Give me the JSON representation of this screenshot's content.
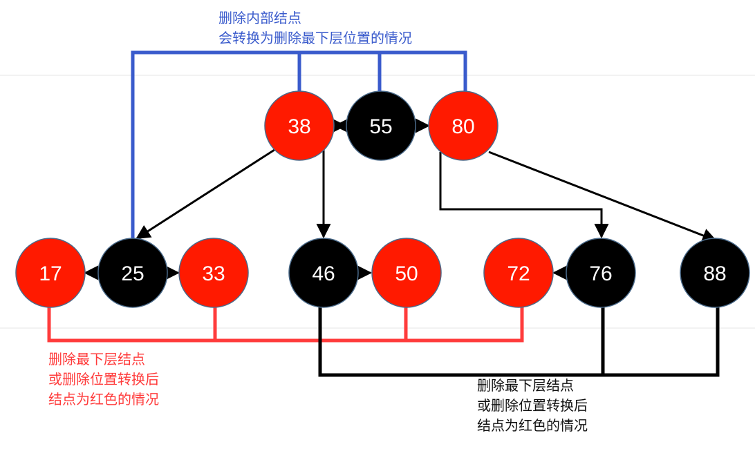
{
  "nodes": [
    {
      "id": "n38",
      "label": "38",
      "color": "red"
    },
    {
      "id": "n55",
      "label": "55",
      "color": "black"
    },
    {
      "id": "n80",
      "label": "80",
      "color": "red"
    },
    {
      "id": "n17",
      "label": "17",
      "color": "red"
    },
    {
      "id": "n25",
      "label": "25",
      "color": "black"
    },
    {
      "id": "n33",
      "label": "33",
      "color": "red"
    },
    {
      "id": "n46",
      "label": "46",
      "color": "black"
    },
    {
      "id": "n50",
      "label": "50",
      "color": "red"
    },
    {
      "id": "n72",
      "label": "72",
      "color": "red"
    },
    {
      "id": "n76",
      "label": "76",
      "color": "black"
    },
    {
      "id": "n88",
      "label": "88",
      "color": "black"
    }
  ],
  "edges": [
    {
      "from": "n38",
      "to": "n25"
    },
    {
      "from": "n38",
      "to": "n46"
    },
    {
      "from": "n80",
      "to": "n76"
    },
    {
      "from": "n80",
      "to": "n88"
    }
  ],
  "captions": {
    "internal": {
      "line1": "删除内部结点",
      "line2": "会转换为删除最下层位置的情况"
    },
    "red_leaf": {
      "line1": "删除最下层结点",
      "line2": "或删除位置转换后",
      "line3": "结点为红色的情况"
    },
    "black_leaf": {
      "line1": "删除最下层结点",
      "line2": "或删除位置转换后",
      "line3": "结点为红色的情况"
    }
  },
  "colors": {
    "red_node": "#ff1a00",
    "black_node": "#000000",
    "node_outline": "#4a6a8a",
    "internal_bracket": "#3a5bcc",
    "red_bracket": "#ff3b3b",
    "black_bracket": "#000000"
  }
}
